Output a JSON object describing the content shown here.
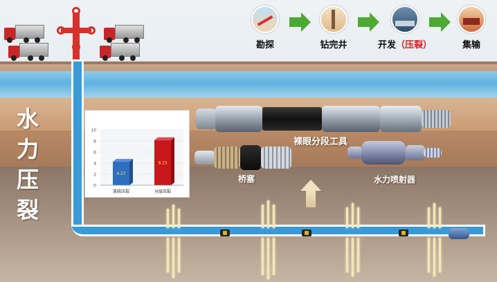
{
  "title_chars": [
    "水",
    "力",
    "压",
    "裂"
  ],
  "flow": {
    "steps": [
      {
        "label": "勘探"
      },
      {
        "label": "钻完井"
      },
      {
        "label_main": "开发",
        "label_extra": "（压裂）"
      },
      {
        "label": "集输"
      }
    ],
    "accent_arrow": "#4caa33",
    "accent_red": "#d81e1e"
  },
  "tools": {
    "bare_hole_tool": "裸眼分段工具",
    "bridge_plug": "桥塞",
    "jet_tool": "水力喷射器"
  },
  "chart_data": {
    "type": "bar",
    "categories": [
      "笼统压裂",
      "分层压裂"
    ],
    "values": [
      4.27,
      8.15
    ],
    "value_labels": [
      "4.27",
      "8.15"
    ],
    "ylim": [
      0,
      10
    ],
    "yticks": [
      "0",
      "2",
      "4",
      "6",
      "8",
      "10"
    ],
    "colors": [
      "#2f6fc0",
      "#c8171d"
    ],
    "grid": true
  },
  "colors": {
    "pipe": "#3a9ad8",
    "water_layer": "#5fb2df",
    "equipment_red": "#d8312c"
  }
}
